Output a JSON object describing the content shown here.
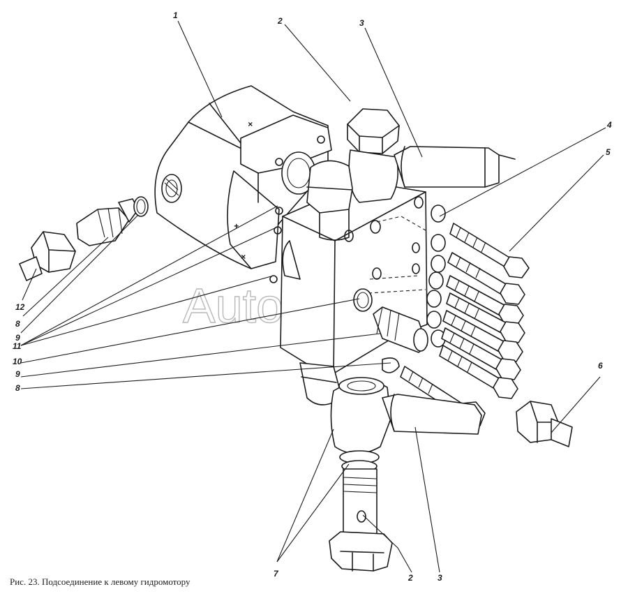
{
  "caption": "Рис. 23. Подсоединение к левому гидромотору",
  "watermark": "AutoSoft",
  "callouts": {
    "c1": "1",
    "c2_top": "2",
    "c3_top": "3",
    "c4": "4",
    "c5": "5",
    "c6": "6",
    "c7": "7",
    "c2_bottom": "2",
    "c3_bottom": "3",
    "c12": "12",
    "c8_upper": "8",
    "c9_upper": "9",
    "c11": "11",
    "c10": "10",
    "c9_lower": "9",
    "c8_lower": "8"
  }
}
